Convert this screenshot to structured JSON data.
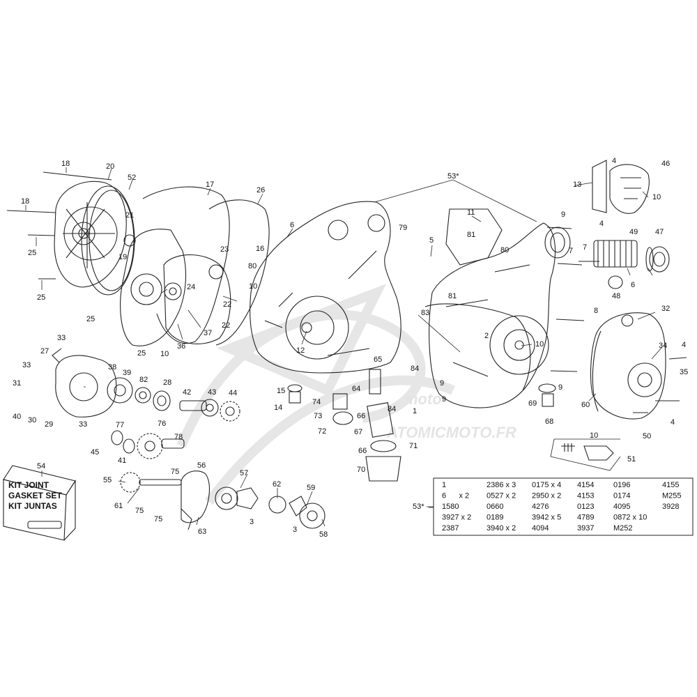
{
  "watermark": {
    "brand": "moto",
    "site": "ATOMICMOTO.FR"
  },
  "kit_box": {
    "number": "54",
    "lines": [
      "KIT JOINT",
      "GASKET SET",
      "KIT JUNTAS"
    ]
  },
  "callouts": [
    "18",
    "20",
    "52",
    "18",
    "21",
    "25",
    "19",
    "25",
    "17",
    "26",
    "6",
    "23",
    "16",
    "80",
    "24",
    "10",
    "22",
    "25",
    "22",
    "37",
    "36",
    "25",
    "10",
    "33",
    "27",
    "38",
    "33",
    "39",
    "31",
    "82",
    "40",
    "30",
    "29",
    "33",
    "28",
    "42",
    "43",
    "44",
    "45",
    "77",
    "41",
    "76",
    "78",
    "75",
    "56",
    "55",
    "61",
    "75",
    "75",
    "63",
    "57",
    "62",
    "3",
    "59",
    "3",
    "58",
    "53*",
    "79",
    "5",
    "11",
    "81",
    "80",
    "9",
    "7",
    "7",
    "81",
    "83",
    "12",
    "2",
    "10",
    "65",
    "64",
    "84",
    "84",
    "15",
    "14",
    "74",
    "73",
    "66",
    "72",
    "67",
    "71",
    "66",
    "70",
    "1",
    "9",
    "9",
    "9",
    "69",
    "68",
    "60",
    "8",
    "32",
    "34",
    "35",
    "4",
    "4",
    "50",
    "51",
    "10",
    "4",
    "46",
    "13",
    "10",
    "4",
    "49",
    "47",
    "6",
    "48"
  ],
  "kit_table": {
    "ref": "53*",
    "rows": [
      [
        "1",
        "2386 x 3",
        "0175 x 4",
        "4154",
        "0196",
        "4155"
      ],
      [
        "6      x 2",
        "0527 x 2",
        "2950 x 2",
        "4153",
        "0174",
        "M255"
      ],
      [
        "1580",
        "0660",
        "4276",
        "0123",
        "4095",
        "3928"
      ],
      [
        "3927 x 2",
        "0189",
        "3942 x 5",
        "4789",
        "0872 x 10",
        ""
      ],
      [
        "2387",
        "3940 x 2",
        "4094",
        "3937",
        "M252",
        ""
      ]
    ]
  }
}
